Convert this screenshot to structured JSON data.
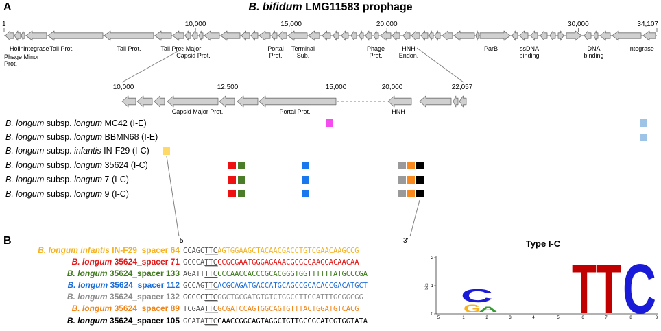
{
  "panel_a": {
    "letter": "A",
    "title_italic": "B. bifidum",
    "title_rest": " LMG11583 prophage",
    "ticks": [
      {
        "label": "1",
        "value": 1
      },
      {
        "label": "10,000",
        "value": 10000
      },
      {
        "label": "15,000",
        "value": 15000
      },
      {
        "label": "20,000",
        "value": 20000
      },
      {
        "label": "30,000",
        "value": 30000
      },
      {
        "label": "34,107",
        "value": 34107
      }
    ],
    "gene_labels": [
      {
        "lines": [
          "Holin"
        ]
      },
      {
        "lines": [
          "Integrase"
        ]
      },
      {
        "lines": [
          "Phage Minor",
          "Prot."
        ]
      },
      {
        "lines": [
          "Tail Prot."
        ]
      },
      {
        "lines": [
          "Tail Prot."
        ]
      },
      {
        "lines": [
          "Tail Prot."
        ]
      },
      {
        "lines": [
          "Major",
          "Capsid Prot."
        ]
      },
      {
        "lines": [
          "Portal",
          "Prot."
        ]
      },
      {
        "lines": [
          "Terminal",
          "Sub."
        ]
      },
      {
        "lines": [
          "Phage",
          "Prot."
        ]
      },
      {
        "lines": [
          "HNH",
          "Endon."
        ]
      },
      {
        "lines": [
          "ParB"
        ]
      },
      {
        "lines": [
          "ssDNA",
          "binding"
        ]
      },
      {
        "lines": [
          "DNA",
          "binding"
        ]
      },
      {
        "lines": [
          "Integrase"
        ]
      }
    ],
    "zoom_ticks": [
      {
        "label": "10,000"
      },
      {
        "label": "12,500"
      },
      {
        "label": "15,000"
      },
      {
        "label": "20,000"
      },
      {
        "label": "22,057"
      }
    ],
    "zoom_labels": [
      {
        "text": "Capsid Major Prot."
      },
      {
        "text": "Portal Prot."
      },
      {
        "text": "HNH"
      }
    ],
    "strains": [
      {
        "italic": "B. longum",
        "normal1": " subsp. ",
        "italic2": "longum",
        "normal2": " MC42 (I-E)"
      },
      {
        "italic": "B. longum",
        "normal1": " subsp. ",
        "italic2": "longum",
        "normal2": " BBMN68 (I-E)"
      },
      {
        "italic": "B. longum",
        "normal1": " subsp. ",
        "italic2": "infantis",
        "normal2": " IN-F29 (I-C)"
      },
      {
        "italic": "B. longum",
        "normal1": " subsp. ",
        "italic2": "longum",
        "normal2": " 35624 (I-C)"
      },
      {
        "italic": "B. longum",
        "normal1": " subsp. ",
        "italic2": "longum",
        "normal2": " 7 (I-C)"
      },
      {
        "italic": "B. longum",
        "normal1": " subsp. ",
        "italic2": "longum",
        "normal2": " 9 (I-C)"
      }
    ],
    "colors": {
      "magenta": "#f54cf0",
      "light_blue": "#9dc3e6",
      "yellow": "#ffd966",
      "red": "#ee1111",
      "green": "#4a7c2a",
      "blue": "#1a78ee",
      "gray": "#9a9a9a",
      "orange": "#f7891f",
      "black": "#000000",
      "gene_fill": "#d0d0d0",
      "gene_stroke": "#6e6e6e"
    }
  },
  "panel_b": {
    "letter": "B",
    "five_prime": "5'",
    "three_prime": "3'",
    "spacers": [
      {
        "italic": "B. longum infantis",
        "rest": " IN-F29_spacer 64",
        "color": "#f5b323",
        "prefix": "CCAGC",
        "pam": "TTC",
        "seq": "AGTGGAAGCTACAACGACCTGTCGAACAAGCCG"
      },
      {
        "italic": "B. longum",
        "rest": " 35624_spacer 71",
        "color": "#e01a1a",
        "prefix": "GCCCA",
        "pam": "TTC",
        "seq": "CCGCGAATGGGAGAAACGCGCCAAGGACAACAA"
      },
      {
        "italic": "B. longum",
        "rest": " 35624_spacer 133",
        "color": "#3f7a1e",
        "prefix": "AGATT",
        "pam": "TTC",
        "seq": "CCCAACCACCCGCACGGGTGGTTTTTTATGCCCGA"
      },
      {
        "italic": "B. longum",
        "rest": " 35624_spacer 112",
        "color": "#1f6fd8",
        "prefix": "GCCAG",
        "pam": "TTC",
        "seq": "ACGCAGATGACCATGCAGCCGCACACCGACATGCT"
      },
      {
        "italic": "B. longum",
        "rest": " 35624_spacer 132",
        "color": "#8c8c8c",
        "prefix": "GGCCC",
        "pam": "TTC",
        "seq": "GGCTGCGATGTGTCTGGCCTTGCATTTGCGGCGG"
      },
      {
        "italic": "B. longum",
        "rest": " 35624_spacer 89",
        "color": "#f0861a",
        "prefix": "TCGAA",
        "pam": "TTC",
        "seq": "GCGATCCAGTGGCAGTGTTTACTGGATGTCACG"
      },
      {
        "italic": "B. longum",
        "rest": " 35624_spacer 105",
        "color": "#000000",
        "prefix": "GCATA",
        "pam": "TTC",
        "seq": "CAACCGGCAGTAGGCTGTTGCCGCATCGTGGTATA"
      }
    ],
    "seq_prefix_color": "#555555",
    "logo": {
      "title": "Type I-C",
      "y_axis_label": "bits",
      "y_ticks": [
        "2",
        "1",
        "0"
      ],
      "x_ticks": [
        "5'",
        "1",
        "2",
        "3",
        "4",
        "5",
        "6",
        "7",
        "8",
        "3'"
      ],
      "t_color": "#c00000",
      "c_color": "#1a1ad9",
      "g_color": "#f5b323",
      "a_color": "#3a9a3a",
      "letters": [
        "T",
        "T",
        "C"
      ]
    }
  }
}
